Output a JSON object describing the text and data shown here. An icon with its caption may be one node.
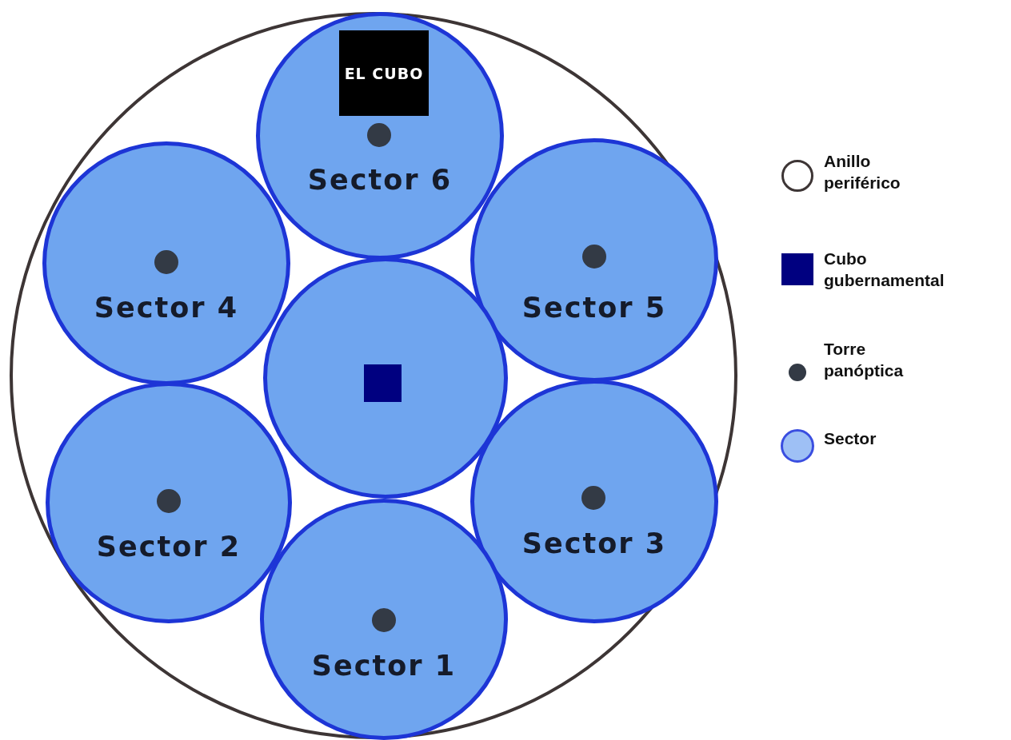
{
  "diagram": {
    "nodes": [
      {
        "text": [],
        "shape": "circle"
      },
      {
        "text": [
          "Sector 6"
        ],
        "in": 0
      },
      {
        "text": [
          "EL CUBO"
        ],
        "in": 1
      },
      {
        "text": [],
        "shape": "circle",
        "in": 1
      },
      {
        "text": [
          "Sector 4"
        ],
        "in": 0
      },
      {
        "text": [],
        "shape": "circle",
        "in": 4
      },
      {
        "text": [
          "Sector 5"
        ],
        "in": 0
      },
      {
        "text": [],
        "shape": "circle",
        "in": 6
      },
      {
        "text": [],
        "shape": "circle",
        "in": 0
      },
      {
        "text": [],
        "shape": "box",
        "in": 8
      },
      {
        "text": [
          "Sector 2"
        ],
        "in": 0
      },
      {
        "text": [],
        "shape": "circle",
        "in": 10
      },
      {
        "text": [
          "Sector 3"
        ],
        "in": 0
      },
      {
        "text": [],
        "shape": "circle",
        "in": 12
      },
      {
        "text": [
          "Sector 1"
        ],
        "in": 0
      },
      {
        "text": [],
        "shape": "circle",
        "in": 14
      }
    ],
    "edges": [],
    "legend": [
      {
        "text": "Anillo periférico"
      },
      {
        "text": "Cubo gubernamental",
        "color": "#000080"
      },
      {
        "text": "Torre panóptica",
        "color": "#333a45"
      },
      {
        "text": "Sector"
      }
    ]
  }
}
